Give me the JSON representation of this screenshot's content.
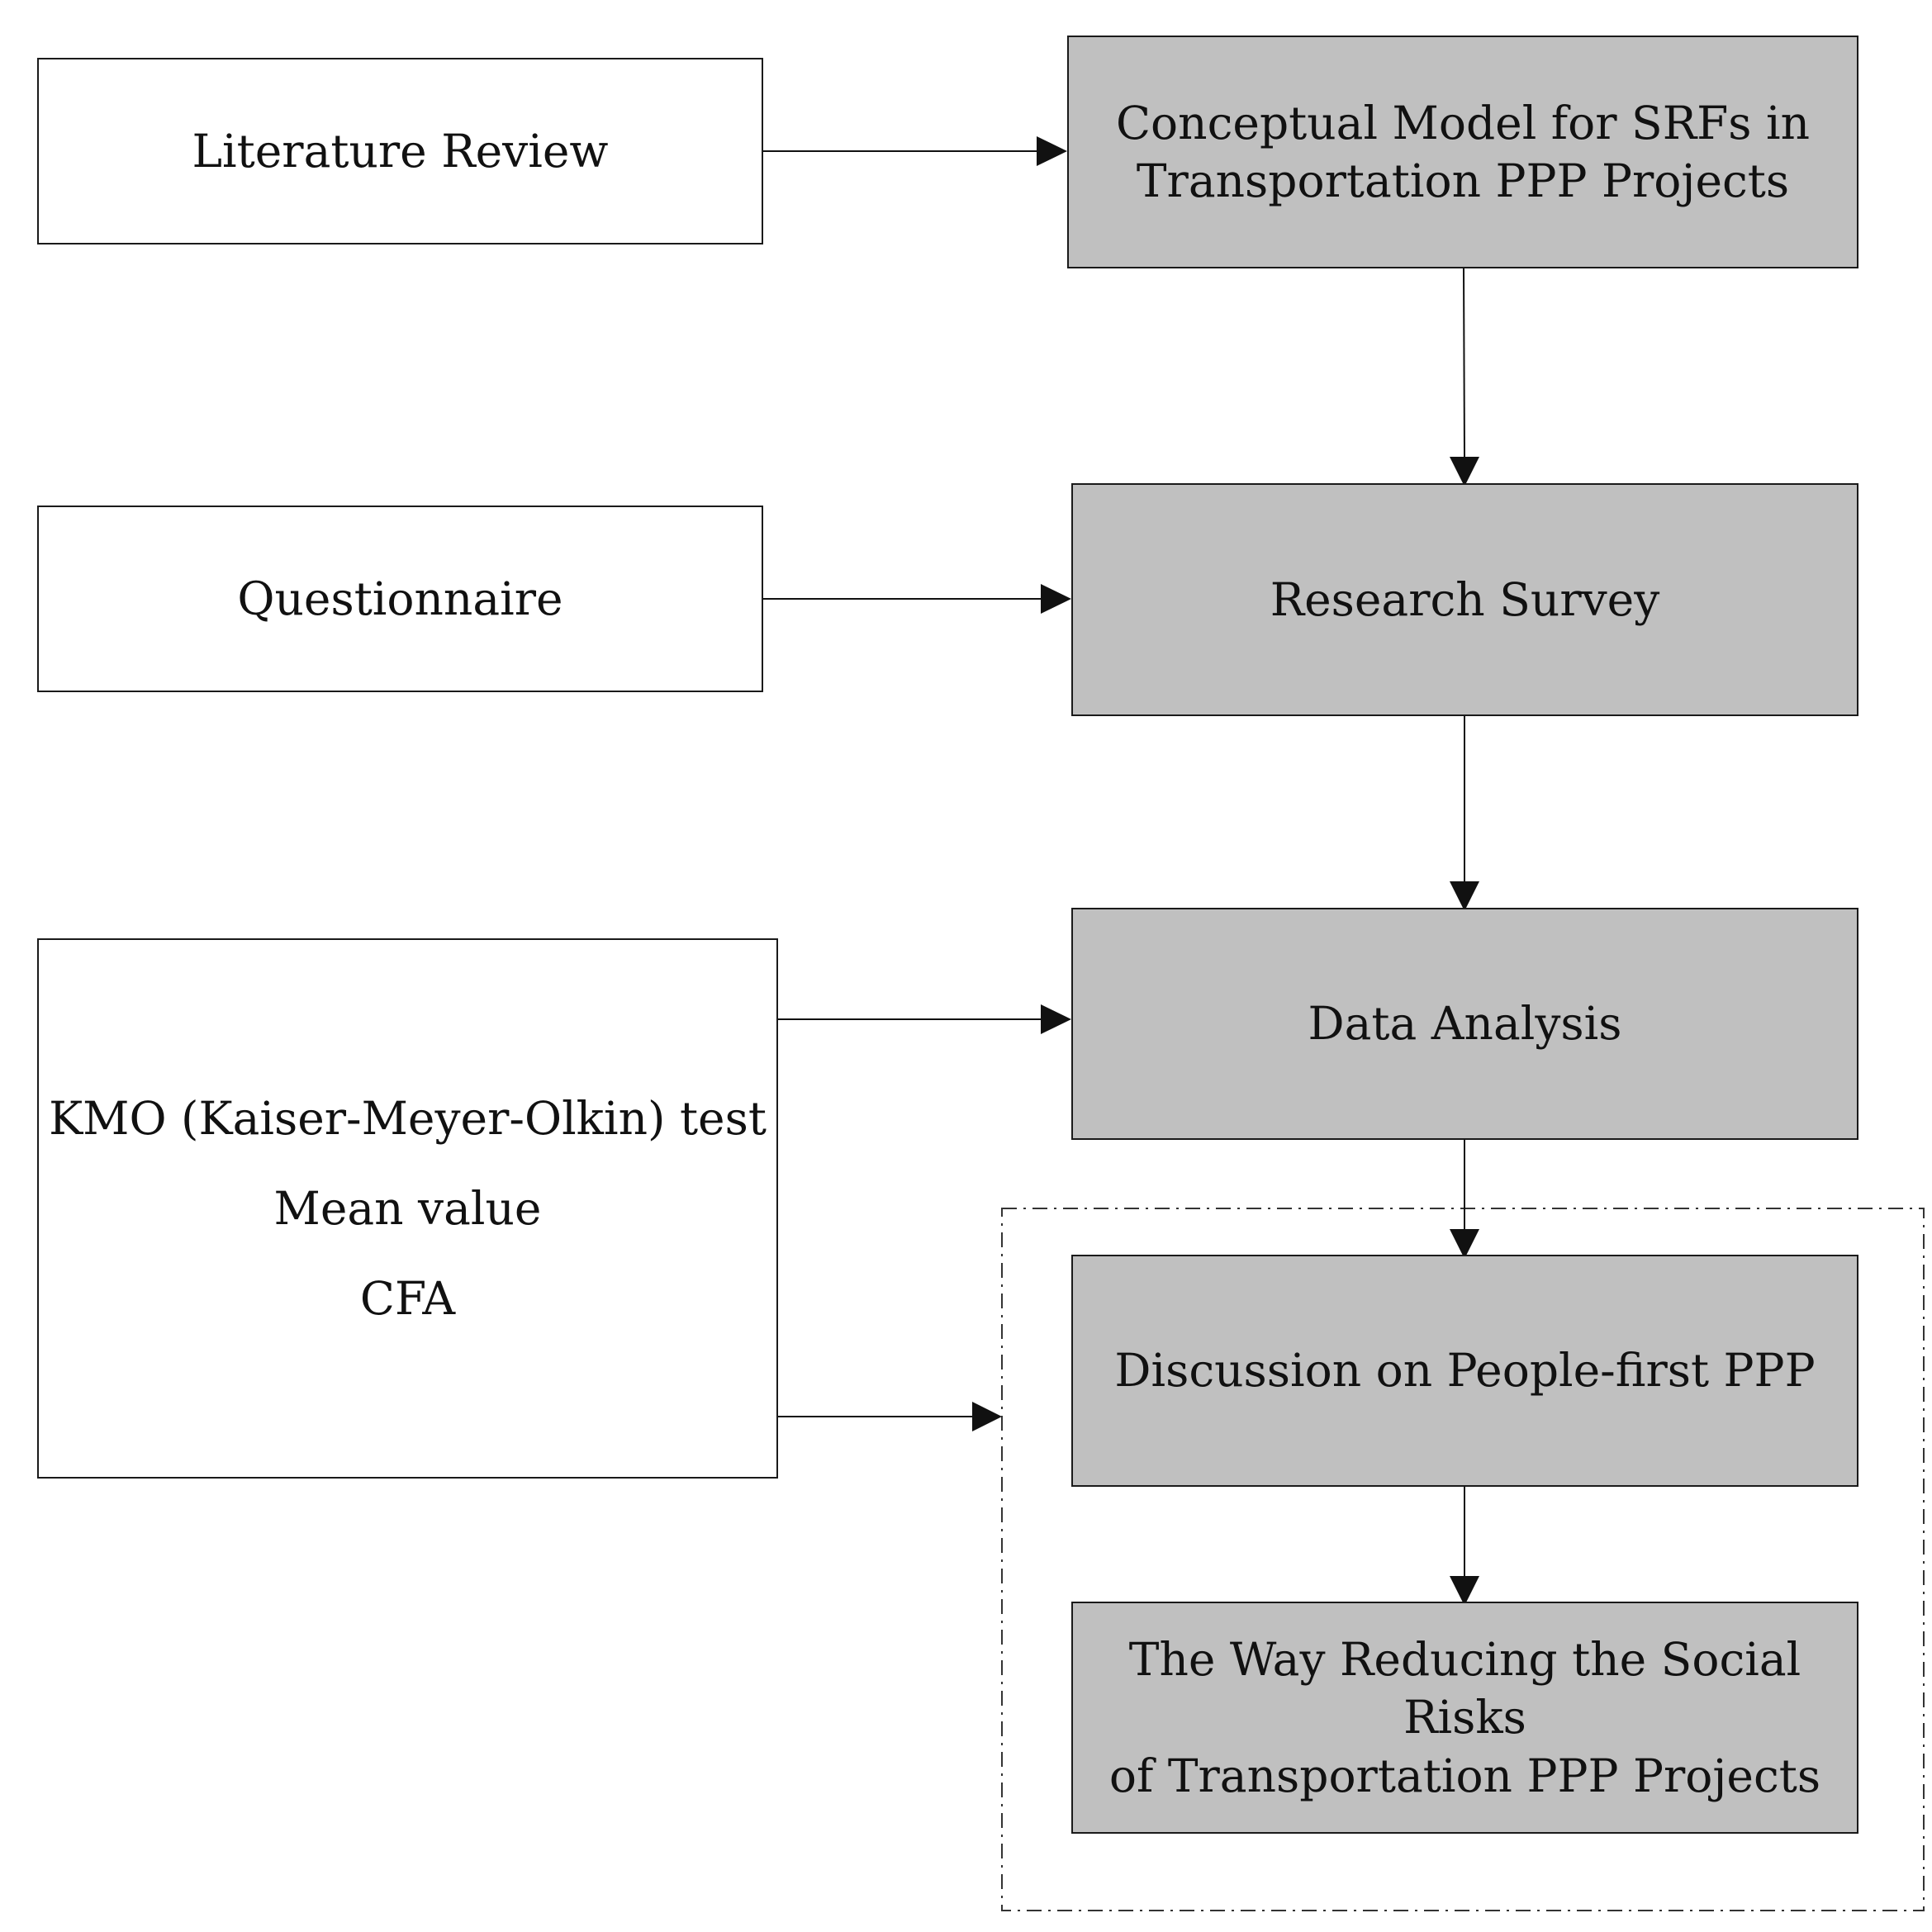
{
  "diagram": {
    "left_boxes": {
      "literature_review": "Literature Review",
      "questionnaire": "Questionnaire",
      "methods": [
        "KMO (Kaiser-Meyer-Olkin) test",
        "Mean value",
        "CFA"
      ]
    },
    "right_boxes": {
      "conceptual_model": [
        "Conceptual Model for SRFs in",
        "Transportation PPP Projects"
      ],
      "research_survey": "Research Survey",
      "data_analysis": "Data Analysis",
      "discussion": "Discussion on People-first PPP",
      "way_reducing": [
        "The Way Reducing the Social Risks",
        "of Transportation PPP Projects"
      ]
    },
    "colors": {
      "stroke": "#1a1a1a",
      "gray_fill": "#c0c0c0",
      "white_fill": "#ffffff",
      "text": "#111111"
    },
    "group_border_style": "dash-dot"
  }
}
